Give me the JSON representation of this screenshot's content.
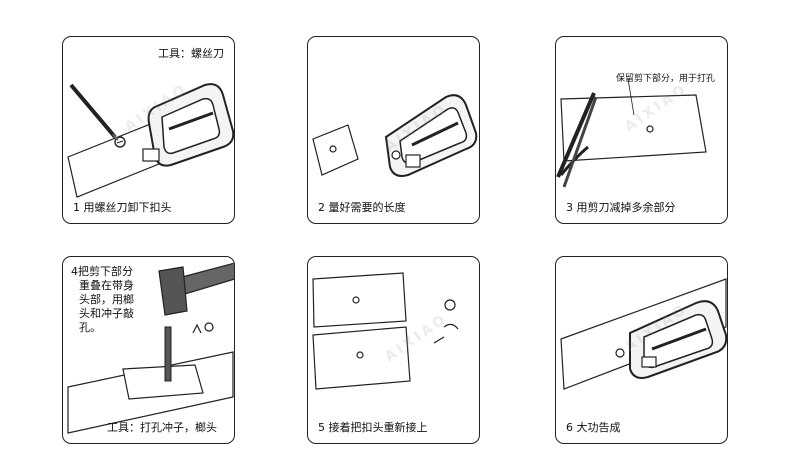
{
  "panels": [
    {
      "caption": "1 用螺丝刀卸下扣头",
      "tool": "工具：螺丝刀"
    },
    {
      "caption": "2 量好需要的长度"
    },
    {
      "caption": "3 用剪刀减掉多余部分",
      "note": "保留剪下部分，用于打孔"
    },
    {
      "caption": "",
      "instruction": [
        "4把剪下部分",
        "重叠在带身",
        "头部，用榔",
        "头和冲子敲",
        "孔。"
      ]
    },
    {
      "caption": "5 接着把扣头重新接上"
    },
    {
      "caption": "6 大功告成"
    }
  ],
  "tool_note_4": "工具：打孔冲子，榔头",
  "watermark": "AIXIAO"
}
